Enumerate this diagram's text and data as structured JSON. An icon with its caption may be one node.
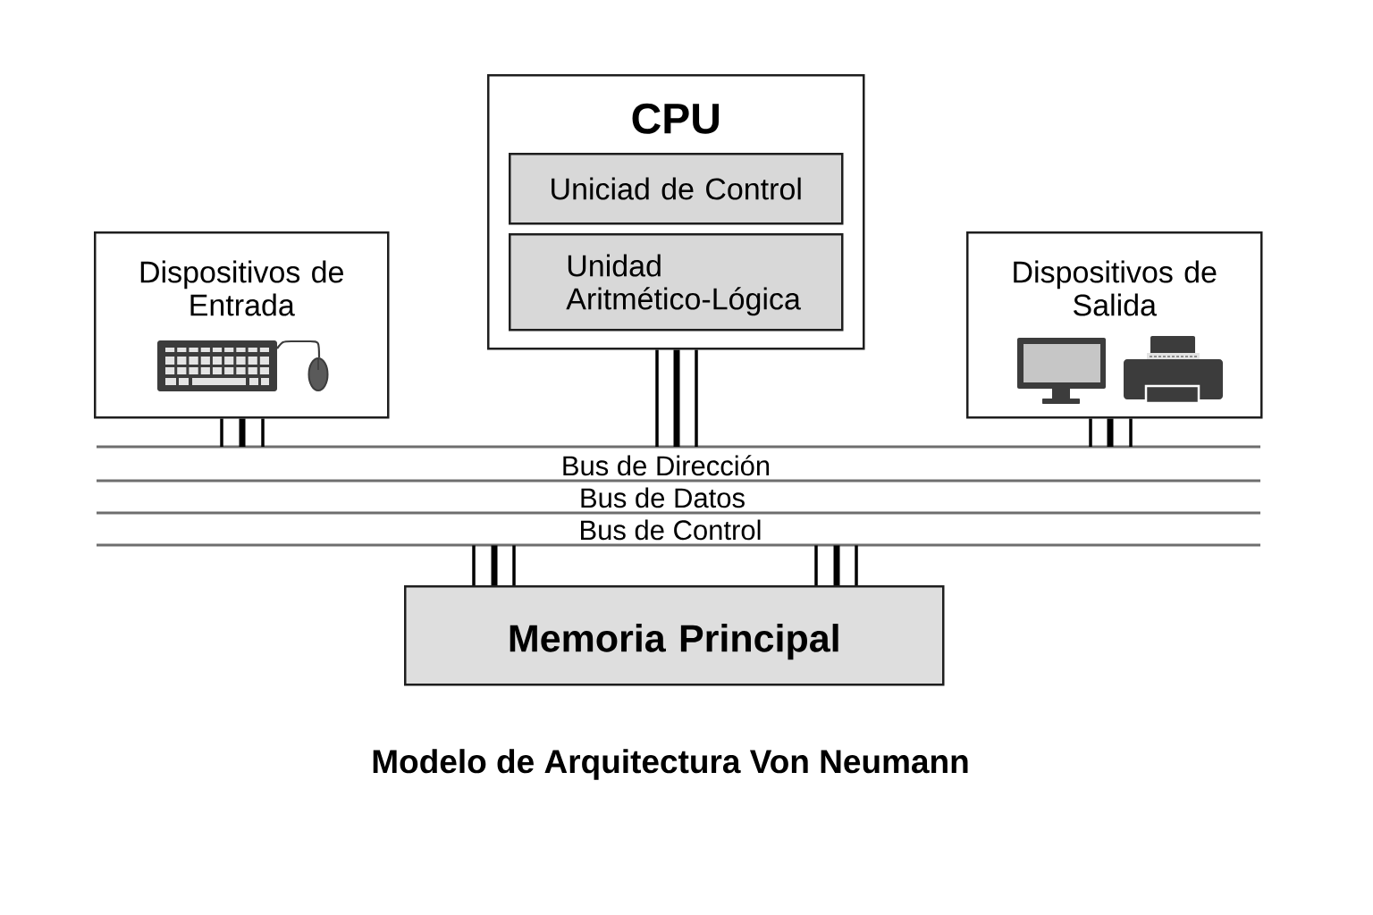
{
  "diagram": {
    "caption": "Modelo de Arquitectura Von Neumann",
    "nodes": [
      {
        "text": [
          "CPU"
        ]
      },
      {
        "text": [
          "Uniciad de Control"
        ],
        "in": 0
      },
      {
        "text": [
          "Unidad Aritmético-Lógica"
        ],
        "in": 0
      },
      {
        "text": [
          "Dispositivos de Entrada"
        ]
      },
      {
        "text": [
          "Dispositivos de Salida"
        ]
      },
      {
        "text": [
          "Bus de Dirección",
          "Bus de Datos",
          "Bus de Control"
        ]
      },
      {
        "text": [
          "Memoria Principal"
        ]
      }
    ],
    "edges": [
      {
        "from": 0,
        "to": 5,
        "arrow": "none"
      },
      {
        "from": 0,
        "to": 5,
        "arrow": "none",
        "style": "thick"
      },
      {
        "from": 0,
        "to": 5,
        "arrow": "none"
      },
      {
        "from": 3,
        "to": 5,
        "arrow": "none"
      },
      {
        "from": 3,
        "to": 5,
        "arrow": "none",
        "style": "thick"
      },
      {
        "from": 3,
        "to": 5,
        "arrow": "none"
      },
      {
        "from": 4,
        "to": 5,
        "arrow": "none"
      },
      {
        "from": 4,
        "to": 5,
        "arrow": "none",
        "style": "thick"
      },
      {
        "from": 4,
        "to": 5,
        "arrow": "none"
      },
      {
        "from": 5,
        "to": 6,
        "arrow": "none"
      },
      {
        "from": 5,
        "to": 6,
        "arrow": "none",
        "style": "thick"
      },
      {
        "from": 5,
        "to": 6,
        "arrow": "none"
      },
      {
        "from": 5,
        "to": 6,
        "arrow": "none"
      },
      {
        "from": 5,
        "to": 6,
        "arrow": "none",
        "style": "thick"
      },
      {
        "from": 5,
        "to": 6,
        "arrow": "none"
      }
    ]
  }
}
